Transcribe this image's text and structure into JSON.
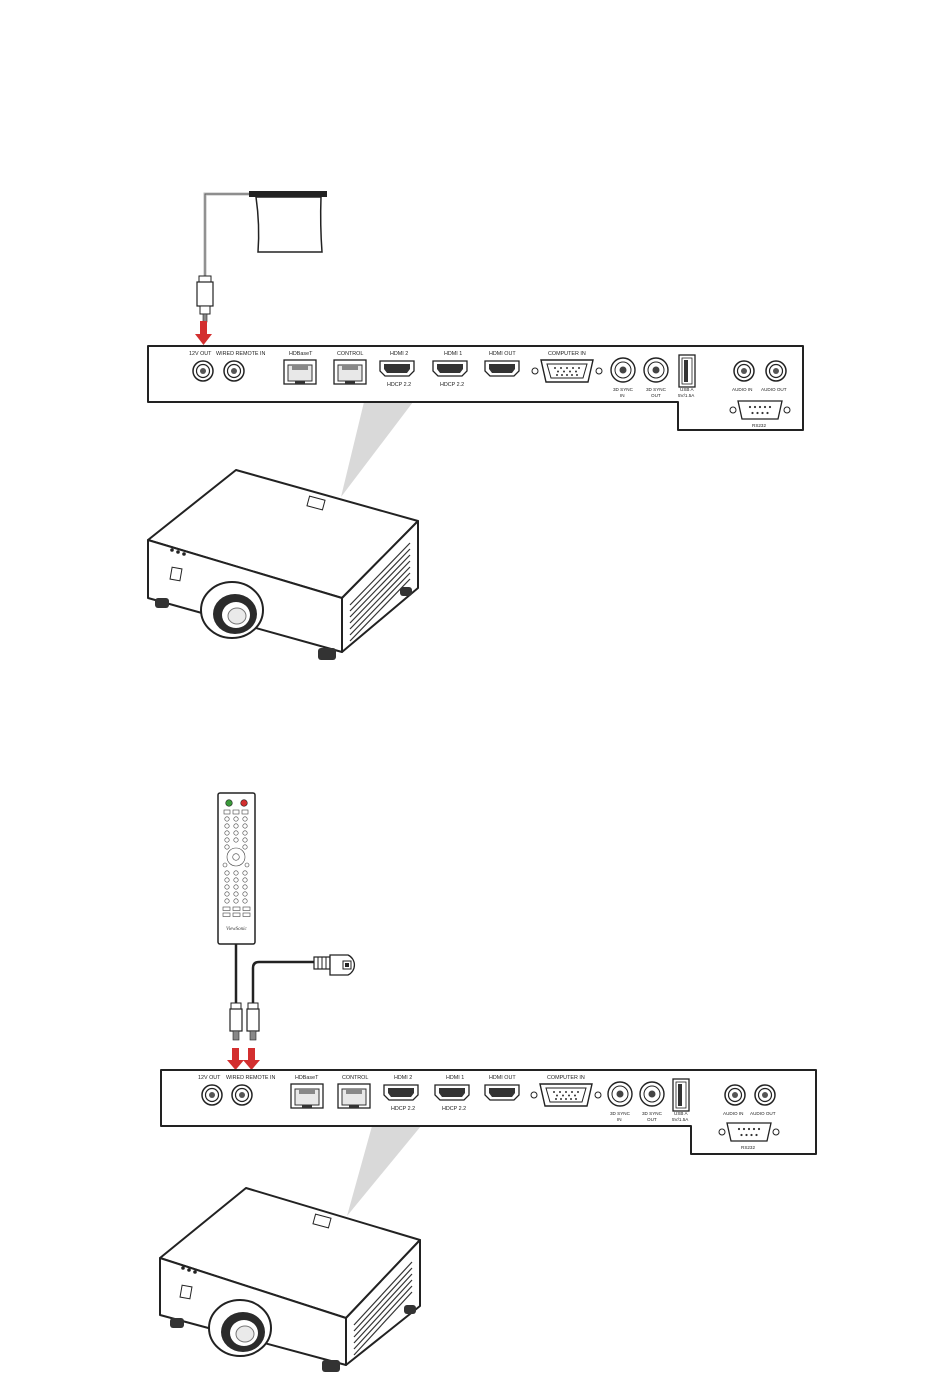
{
  "diagrams": [
    {
      "id": "screen-trigger",
      "panel": {
        "ports": {
          "v12_out": "12V OUT",
          "wired_remote_in": "WIRED REMOTE IN",
          "hdbaset": "HDBaseT",
          "control": "CONTROL",
          "hdmi2": "HDMI 2",
          "hdmi2_sub": "HDCP 2.2",
          "hdmi1": "HDMI 1",
          "hdmi1_sub": "HDCP 2.2",
          "hdmi_out": "HDMI OUT",
          "computer_in": "COMPUTER IN",
          "sync_in_1": "3D SYNC",
          "sync_in_2": "IN",
          "sync_out_1": "3D SYNC",
          "sync_out_2": "OUT",
          "usb_1": "USB A",
          "usb_2": "5V/1.5A",
          "audio_in": "AUDIO IN",
          "audio_out": "AUDIO OUT",
          "rs232": "RS232"
        }
      },
      "arrow_color": "#d32f2f"
    },
    {
      "id": "wired-remote",
      "remote_brand": "ViewSonic",
      "panel": {
        "ports": {
          "v12_out": "12V OUT",
          "wired_remote_in": "WIRED REMOTE IN",
          "hdbaset": "HDBaseT",
          "control": "CONTROL",
          "hdmi2": "HDMI 2",
          "hdmi2_sub": "HDCP 2.2",
          "hdmi1": "HDMI 1",
          "hdmi1_sub": "HDCP 2.2",
          "hdmi_out": "HDMI OUT",
          "computer_in": "COMPUTER IN",
          "sync_in_1": "3D SYNC",
          "sync_in_2": "IN",
          "sync_out_1": "3D SYNC",
          "sync_out_2": "OUT",
          "usb_1": "USB A",
          "usb_2": "5V/1.5A",
          "audio_in": "AUDIO IN",
          "audio_out": "AUDIO OUT",
          "rs232": "RS232"
        }
      },
      "arrow_color": "#d32f2f"
    }
  ]
}
